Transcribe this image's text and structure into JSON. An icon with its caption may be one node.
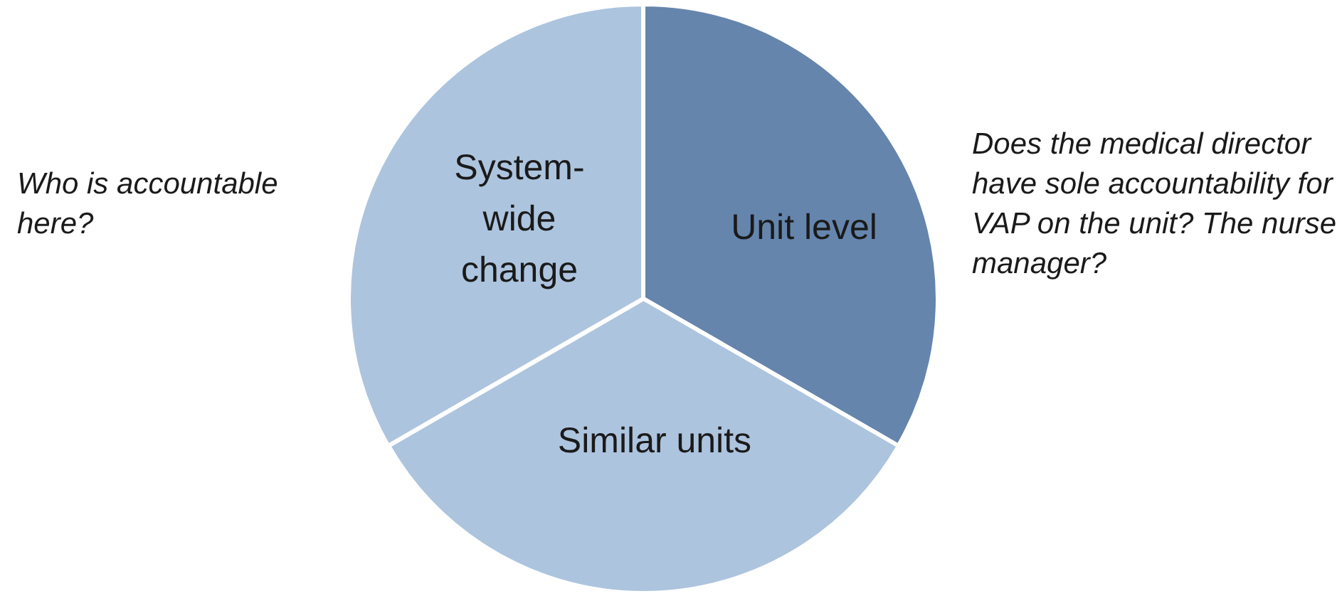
{
  "diagram": {
    "nodes": [
      {
        "text": [
          "System-wide change"
        ]
      },
      {
        "text": [
          "Unit level"
        ]
      },
      {
        "text": [
          "Similar units"
        ]
      }
    ],
    "labels": [
      "Who is accountable here?",
      "Does the medical director have sole accountability for VAP on the unit? The nurse manager?"
    ]
  }
}
